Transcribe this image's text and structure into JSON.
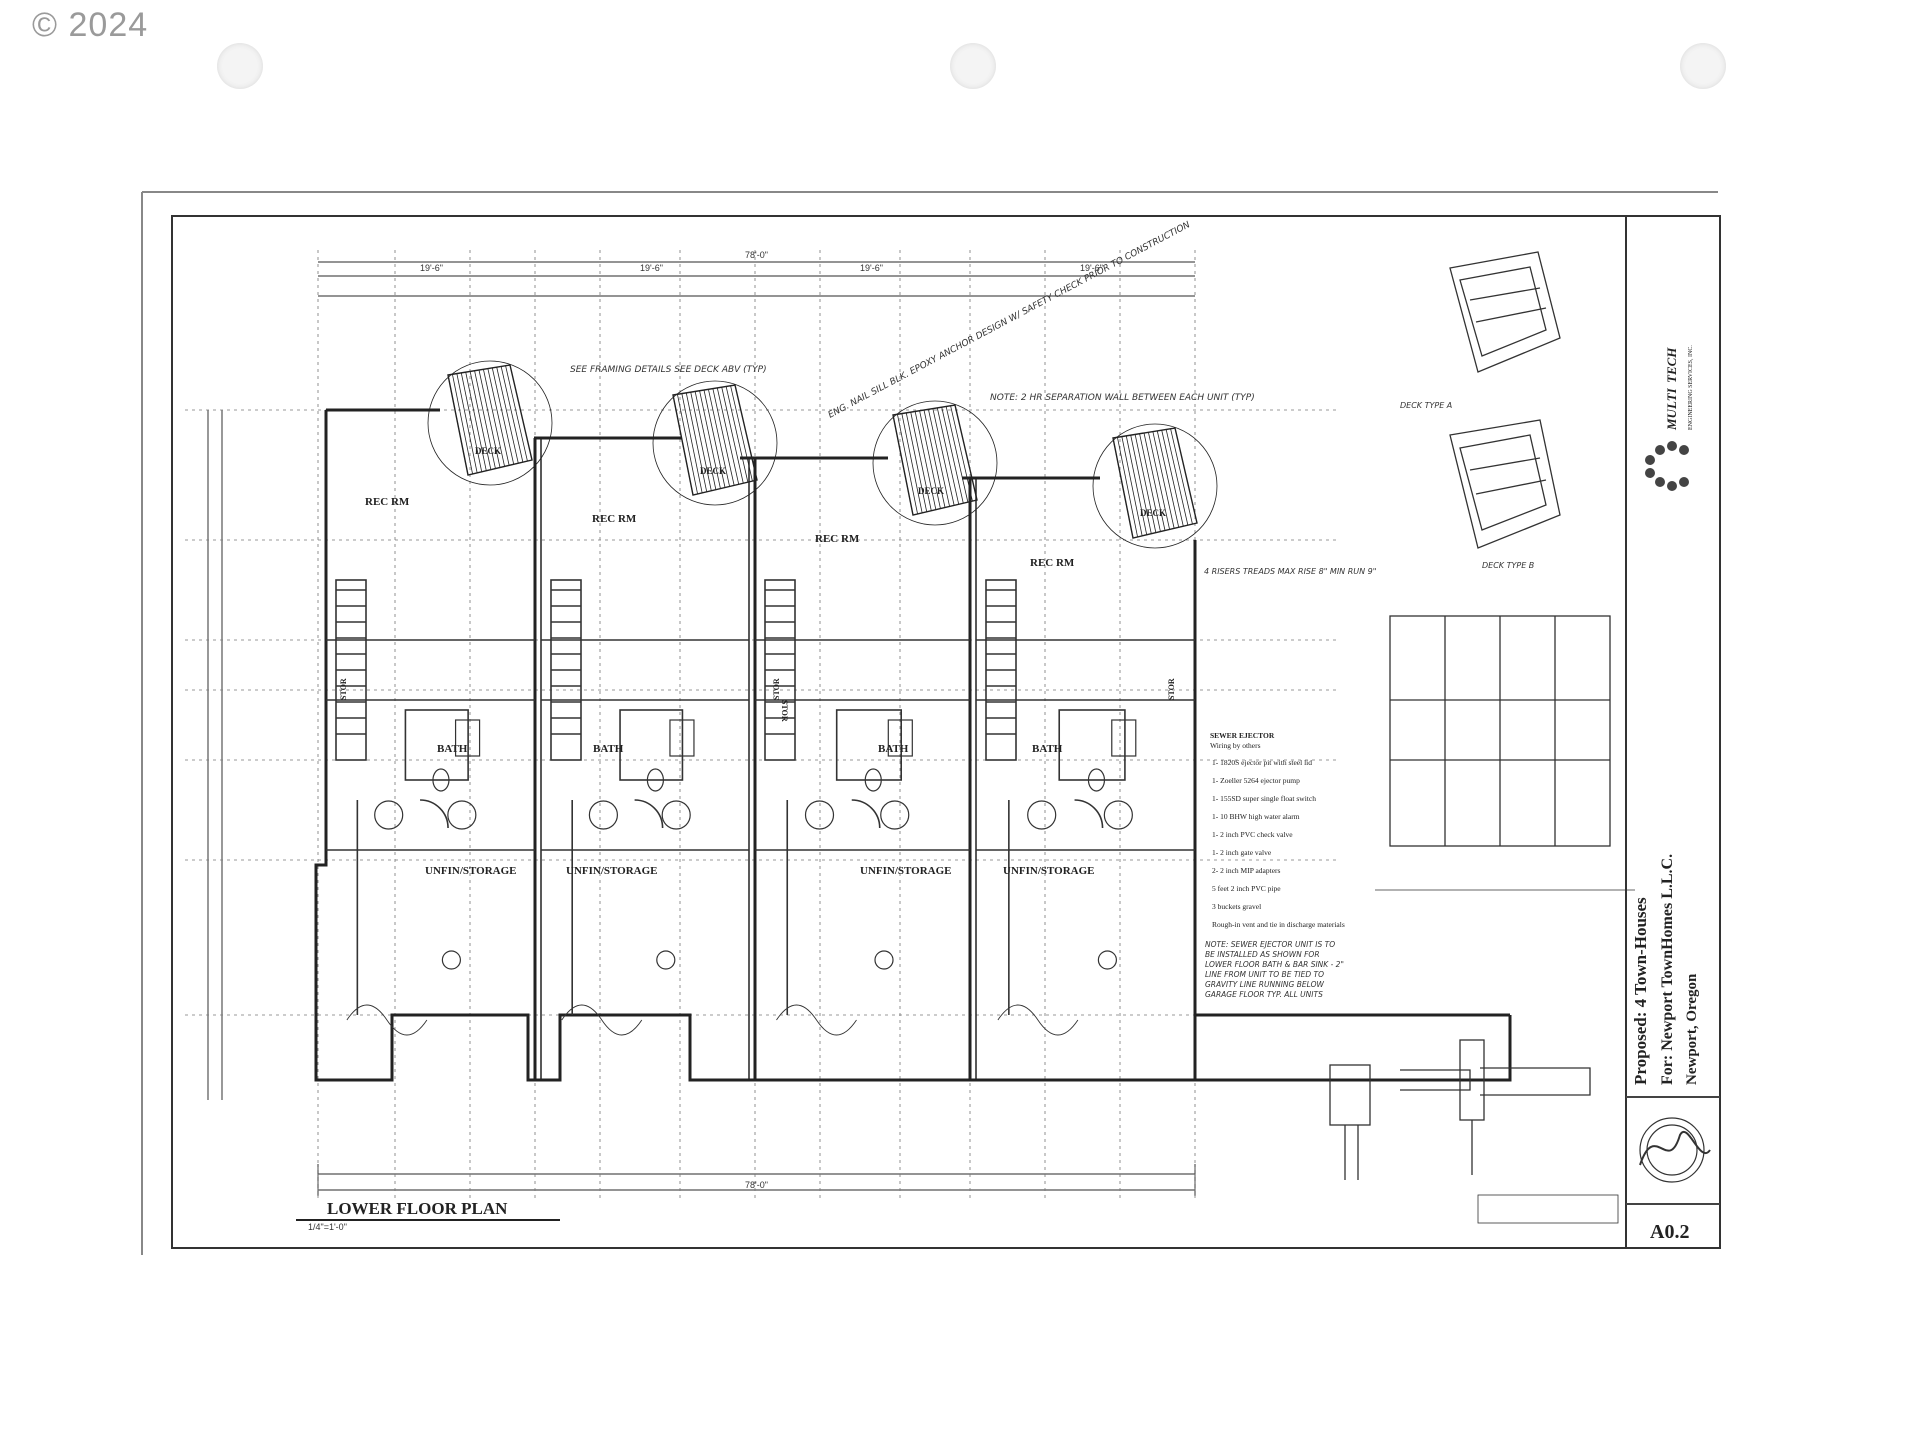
{
  "copyright": "© 2024",
  "plan": {
    "title": "LOWER FLOOR PLAN",
    "scale": "1/4\"=1'-0\"",
    "rooms": {
      "rec": "REC RM",
      "deck": "DECK",
      "bath": "BATH",
      "stor": "STOR",
      "unfin": "UNFIN/STORAGE"
    },
    "dim_top_overall": "78'-0\"",
    "dim_units": [
      "19'-6\"",
      "19'-6\"",
      "19'-6\"",
      "19'-6\""
    ],
    "dim_bottom_overall": "78'-0\""
  },
  "sewer_notes": {
    "title": "SEWER EJECTOR",
    "subtitle": "Wiring by others",
    "items": [
      "1- 1820S ejector pit with steel lid",
      "1- Zoeller 5264 ejector pump",
      "1- 155SD super single float switch",
      "1- 10 BHW high water alarm",
      "1- 2 inch PVC check valve",
      "1- 2 inch gate valve",
      "2- 2 inch MIP adapters",
      "5 feet 2 inch PVC pipe",
      "3 buckets gravel",
      "Rough-in vent and tie in discharge materials"
    ]
  },
  "handnotes": {
    "ejector": "NOTE: SEWER EJECTOR UNIT IS TO BE INSTALLED AS SHOWN FOR LOWER FLOOR BATH & BAR SINK - 2\" LINE FROM UNIT TO BE TIED TO GRAVITY LINE RUNNING BELOW GARAGE FLOOR TYP. ALL UNITS",
    "separation": "NOTE: 2 HR SEPARATION WALL BETWEEN EACH UNIT (TYP)",
    "deck_detail": "SEE FRAMING DETAILS SEE DECK ABV (TYP)",
    "eng": "ENG. NAIL SILL BLK. EPOXY ANCHOR DESIGN W/ SAFETY CHECK PRIOR TO CONSTRUCTION",
    "deck_a": "DECK TYPE A",
    "deck_b": "DECK TYPE B",
    "stairs": "4 RISERS TREADS MAX RISE 8\" MIN RUN 9\""
  },
  "title_block": {
    "firm_top": "MULTI",
    "firm_bottom": "TECH",
    "firm_sub": "ENGINEERING SERVICES, INC.",
    "project": "Proposed: 4 Town-Houses",
    "client": "For: Newport TownHomes L.L.C.",
    "location": "Newport, Oregon",
    "sheet": "A0.2"
  }
}
